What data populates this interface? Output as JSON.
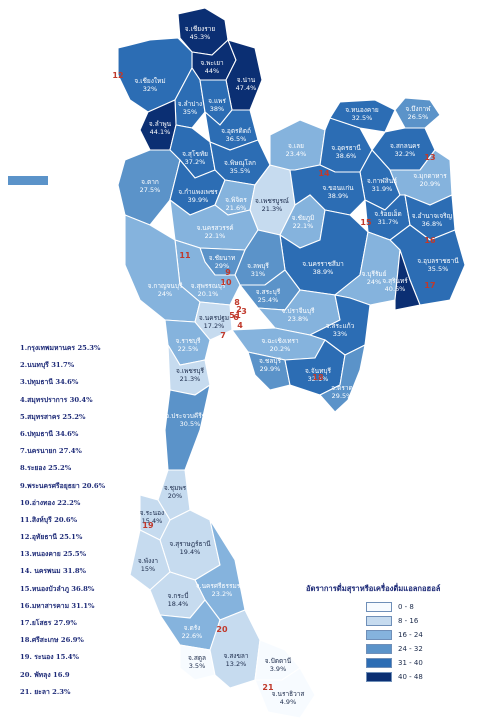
{
  "colors": {
    "c1": "#f7fbff",
    "c2": "#c6dbef",
    "c3": "#85b3dd",
    "c4": "#5b93c9",
    "c5": "#2c6db4",
    "c6": "#0b2f73",
    "border": "#ffffff",
    "list_text": "#1e2b78",
    "region_number": "#c0392b"
  },
  "legend": {
    "title": "อัตราการดื่มสุราหรือเครื่องดื่มแอลกอฮอล์",
    "items": [
      {
        "label": "0 - 8",
        "color": "#f7fbff"
      },
      {
        "label": "8 - 16",
        "color": "#c6dbef"
      },
      {
        "label": "16 - 24",
        "color": "#85b3dd"
      },
      {
        "label": "24 - 32",
        "color": "#5b93c9"
      },
      {
        "label": "31 - 40",
        "color": "#2c6db4"
      },
      {
        "label": "40 - 48",
        "color": "#0b2f73"
      }
    ]
  },
  "region_list": [
    "1.กรุงเทพมหานคร 25.3%",
    "2.นนทบุรี 31.7%",
    "3.ปทุมธานี 34.6%",
    "4.สมุทรปราการ 30.4%",
    "5.สมุทรสาคร 25.2%",
    "6.ปทุมธานี 34.6%",
    "7.นครนายก 27.4%",
    "8.ระยอง 25.2%",
    "9.พระนครศรีอยุธยา 20.6%",
    "10.อ่างทอง 22.2%",
    "11.สิงห์บุรี 20.6%",
    "12.อุทัยธานี 25.1%",
    "13.หนองคาย 25.5%",
    "14. นครพนม 31.8%",
    "15.หนองบัวลำภู 36.8%",
    "16.มหาสารคาม 31.1%",
    "17.ยโสธร 27.9%",
    "18.ศรีสะเกษ 26.9%",
    "19. ระนอง 15.4%",
    "20. พัทลุง 16.9",
    "21. ยะลา 2.3%"
  ],
  "region_numbers": [
    "12",
    "13",
    "14",
    "15",
    "16",
    "17",
    "18",
    "11",
    "8",
    "9",
    "10",
    "7",
    "6",
    "5",
    "4",
    "3",
    "2",
    "1",
    "19",
    "20",
    "21"
  ],
  "provinces": [
    {
      "id": "chiangrai",
      "label": "จ.เชียงราย",
      "value": "45.3%",
      "shade": "c6"
    },
    {
      "id": "phayao",
      "label": "จ.พะเยา",
      "value": "44%",
      "shade": "c6"
    },
    {
      "id": "nan",
      "label": "จ.น่าน",
      "value": "47.4%",
      "shade": "c6"
    },
    {
      "id": "chiangmai",
      "label": "จ.เชียงใหม่",
      "value": "32%",
      "shade": "c5"
    },
    {
      "id": "lampang",
      "label": "จ.ลำปาง",
      "value": "35%",
      "shade": "c5"
    },
    {
      "id": "lamphun",
      "label": "จ.ลำพูน",
      "value": "44.1%",
      "shade": "c6"
    },
    {
      "id": "phrae",
      "label": "จ.แพร่",
      "value": "38%",
      "shade": "c5"
    },
    {
      "id": "uttaradit",
      "label": "จ.อุตรดิตถ์",
      "value": "36.5%",
      "shade": "c5"
    },
    {
      "id": "sukhothai",
      "label": "จ.สุโขทัย",
      "value": "37.2%",
      "shade": "c5"
    },
    {
      "id": "phitsanulok",
      "label": "จ.พิษณุโลก",
      "value": "35.5%",
      "shade": "c5"
    },
    {
      "id": "tak",
      "label": "จ.ตาก",
      "value": "27.5%",
      "shade": "c4"
    },
    {
      "id": "kamphaeng",
      "label": "จ.กำแพงเพชร",
      "value": "39.9%",
      "shade": "c5"
    },
    {
      "id": "phichit",
      "label": "จ.พิจิตร",
      "value": "21.6%",
      "shade": "c3"
    },
    {
      "id": "phetchabun",
      "label": "จ.เพชรบูรณ์",
      "value": "21.3%",
      "shade": "c2"
    },
    {
      "id": "loei",
      "label": "จ.เลย",
      "value": "23.4%",
      "shade": "c3"
    },
    {
      "id": "udon",
      "label": "จ.อุดรธานี",
      "value": "38.6%",
      "shade": "c5"
    },
    {
      "id": "nongkhai",
      "label": "จ.หนองคาย",
      "value": "32.5%",
      "shade": "c5"
    },
    {
      "id": "bueng",
      "label": "จ.บึงกาฬ",
      "value": "26.5%",
      "shade": "c4"
    },
    {
      "id": "sakon",
      "label": "จ.สกลนคร",
      "value": "32.2%",
      "shade": "c5"
    },
    {
      "id": "kalasin",
      "label": "จ.กาฬสินธุ์",
      "value": "31.9%",
      "shade": "c5"
    },
    {
      "id": "mukdahan",
      "label": "จ.มุกดาหาร",
      "value": "20.9%",
      "shade": "c3"
    },
    {
      "id": "khonkaen",
      "label": "จ.ขอนแก่น",
      "value": "38.9%",
      "shade": "c5"
    },
    {
      "id": "chaiyaphum",
      "label": "จ.ชัยภูมิ",
      "value": "22.1%",
      "shade": "c3"
    },
    {
      "id": "roiet",
      "label": "จ.ร้อยเอ็ด",
      "value": "31.7%",
      "shade": "c5"
    },
    {
      "id": "amnat",
      "label": "จ.อำนาจเจริญ",
      "value": "36.8%",
      "shade": "c5"
    },
    {
      "id": "ubon",
      "label": "จ.อุบลราชธานี",
      "value": "35.5%",
      "shade": "c5"
    },
    {
      "id": "nakhonsawan",
      "label": "จ.นครสวรรค์",
      "value": "22.1%",
      "shade": "c3"
    },
    {
      "id": "korat",
      "label": "จ.นครราชสีมา",
      "value": "38.9%",
      "shade": "c5"
    },
    {
      "id": "buriram",
      "label": "จ.บุรีรัมย์",
      "value": "24%",
      "shade": "c3"
    },
    {
      "id": "surin",
      "label": "จ.สุรินทร์",
      "value": "40.6%",
      "shade": "c6"
    },
    {
      "id": "chainat",
      "label": "จ.ชัยนาท",
      "value": "29%",
      "shade": "c4"
    },
    {
      "id": "lopburi",
      "label": "จ.ลพบุรี",
      "value": "31%",
      "shade": "c4"
    },
    {
      "id": "saraburi",
      "label": "จ.สระบุรี",
      "value": "25.4%",
      "shade": "c4"
    },
    {
      "id": "suphan",
      "label": "จ.สุพรรณบุรี",
      "value": "20.1%",
      "shade": "c3"
    },
    {
      "id": "kanchanaburi",
      "label": "จ.กาญจนบุรี",
      "value": "24%",
      "shade": "c3"
    },
    {
      "id": "nakhonpathom",
      "label": "จ.นครปฐม",
      "value": "17.2%",
      "shade": "c2"
    },
    {
      "id": "ratchaburi",
      "label": "จ.ราชบุรี",
      "value": "22.5%",
      "shade": "c3"
    },
    {
      "id": "prachinburi",
      "label": "จ.ปราจีนบุรี",
      "value": "23.8%",
      "shade": "c3"
    },
    {
      "id": "sakaeo",
      "label": "จ.สระแก้ว",
      "value": "33%",
      "shade": "c5"
    },
    {
      "id": "chachoengsao",
      "label": "จ.ฉะเชิงเทรา",
      "value": "20.2%",
      "shade": "c3"
    },
    {
      "id": "chonburi",
      "label": "จ.ชลบุรี",
      "value": "29.9%",
      "shade": "c4"
    },
    {
      "id": "chanthaburi",
      "label": "จ.จันทบุรี",
      "value": "32.1%",
      "shade": "c5"
    },
    {
      "id": "trat",
      "label": "จ.ตราด",
      "value": "29.5%",
      "shade": "c4"
    },
    {
      "id": "phetchaburi",
      "label": "จ.เพชรบุรี",
      "value": "21.3%",
      "shade": "c2"
    },
    {
      "id": "prachuap",
      "label": "จ.ประจวบคีรีขันธ์",
      "value": "30.5%",
      "shade": "c4"
    },
    {
      "id": "chumphon",
      "label": "จ.ชุมพร",
      "value": "20%",
      "shade": "c2"
    },
    {
      "id": "ranong",
      "label": "จ.ระนอง",
      "value": "15.4%",
      "shade": "c2"
    },
    {
      "id": "surat",
      "label": "จ.สุราษฎร์ธานี",
      "value": "19.4%",
      "shade": "c2"
    },
    {
      "id": "phangnga",
      "label": "จ.พังงา",
      "value": "15%",
      "shade": "c2"
    },
    {
      "id": "nakhonsi",
      "label": "จ.นครศรีธรรมราช",
      "value": "23.2%",
      "shade": "c3"
    },
    {
      "id": "krabi",
      "label": "จ.กระบี่",
      "value": "18.4%",
      "shade": "c2"
    },
    {
      "id": "trang",
      "label": "จ.ตรัง",
      "value": "22.6%",
      "shade": "c3"
    },
    {
      "id": "satun",
      "label": "จ.สตูล",
      "value": "3.5%",
      "shade": "c1"
    },
    {
      "id": "songkhla",
      "label": "จ.สงขลา",
      "value": "13.2%",
      "shade": "c2"
    },
    {
      "id": "pattani",
      "label": "จ.ปัตตานี",
      "value": "3.9%",
      "shade": "c1"
    },
    {
      "id": "narathiwat",
      "label": "จ.นราธิวาส",
      "value": "4.9%",
      "shade": "c1"
    }
  ]
}
